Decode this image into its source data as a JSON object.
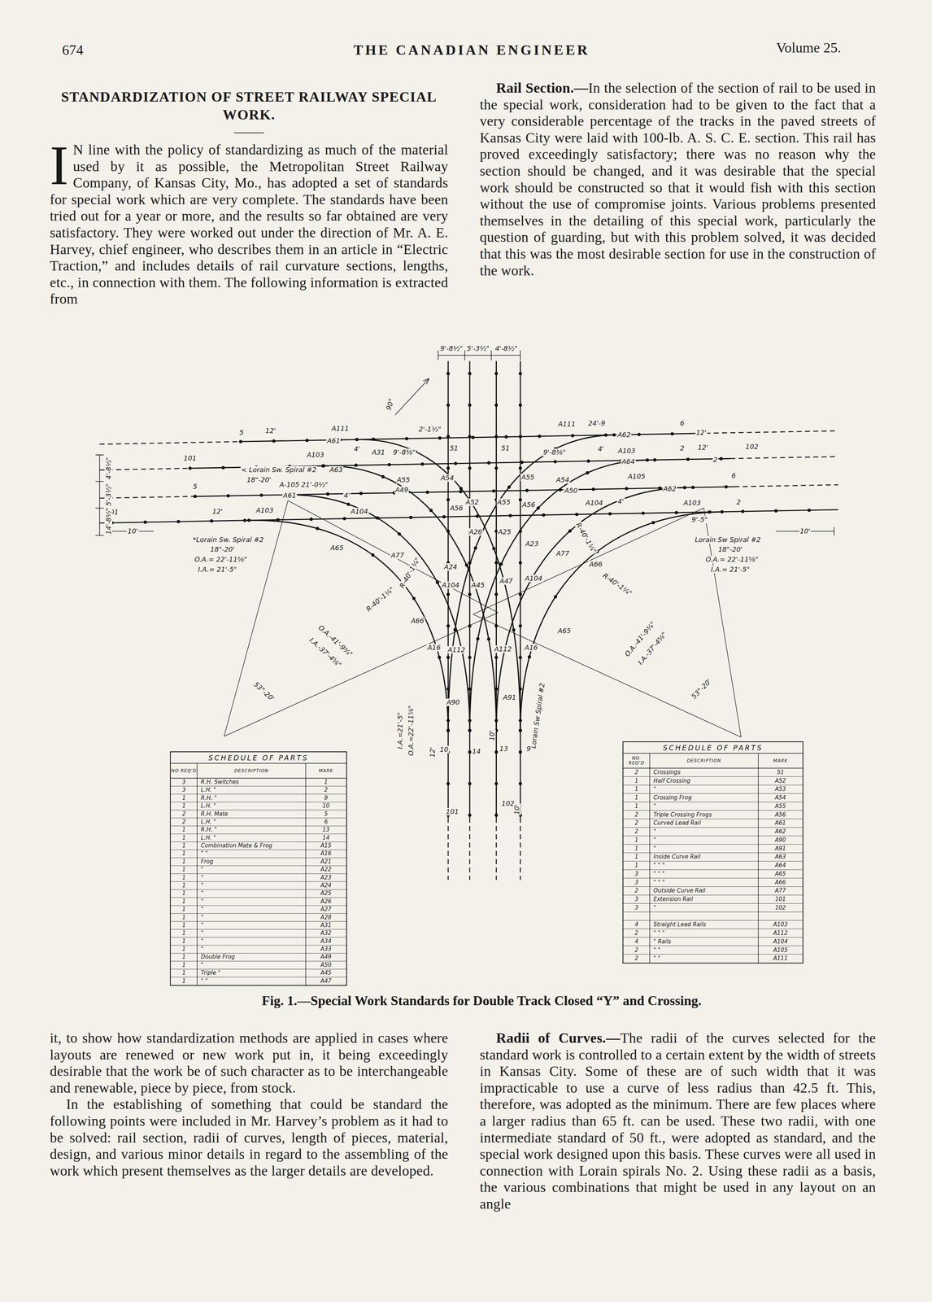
{
  "diagram": {
    "title": "STANDARDIZATION OF STREET RAILWAY SPECIAL WORK.",
    "caption": "Fig. 1.—Special Work Standards for Double Track Closed “Y” and Crossing.",
    "nodes": [
      {
        "text": [
          "SCHEDULE OF PARTS"
        ]
      },
      {
        "text": [
          "SCHEDULE OF PARTS"
        ]
      }
    ],
    "labels": [
      "674",
      "THE CANADIAN ENGINEER",
      "Volume 25.",
      "IN line with the policy of standardizing as much of the material used by it as possible, the Metropolitan Street Railway Company, of Kansas City, Mo., has adopted a set of standards for special work which are very complete. The standards have been tried out for a year or more, and the results so far obtained are very satisfactory. They were worked out under the direction of Mr. A. E. Harvey, chief engineer, who describes them in an article in “Electric Traction,” and includes details of rail curvature sections, lengths, etc., in connection with them. The following information is extracted from",
      "Rail Section.—",
      "In the selection of the section of rail to be used in the special work, consideration had to be given to the fact that a very considerable percentage of the tracks in the paved streets of Kansas City were laid with 100-lb. A. S. C. E. section. This rail has proved exceedingly satisfactory; there was no reason why the section should be changed, and it was desirable that the special work should be constructed so that it would fish with this section without the use of compromise joints. Various problems presented themselves in the detailing of this special work, particularly the question of guarding, but with this problem solved, it was decided that this was the most desirable section for use in the construction of the work.",
      "9'-8½\"",
      "5'-3½\"",
      "4'-8½\"",
      "90°",
      "5",
      "12'",
      "A111",
      "A61",
      "2'-1½\"",
      "51",
      "51",
      "A111",
      "24'-9",
      "A62",
      "6",
      "12'",
      "A103",
      "2",
      "12'",
      "102",
      "A64",
      "2",
      "A105",
      "6",
      "A62",
      "A103",
      "2",
      "101",
      "A103",
      "< Lorain Sw. Spiral #2",
      "18\"-20'",
      "A63",
      "A-105 21'-0½\"",
      "5",
      "A61",
      "A31",
      "9'-8⅜\"",
      "A55",
      "A49",
      "A54",
      "A56",
      "A52",
      "A55",
      "A56",
      "A55",
      "9'-8⅜\"",
      "A54",
      "A50",
      "A104",
      "101",
      "12'",
      "A103",
      "A104",
      "10'",
      "*Lorain Sw. Spiral #2",
      "18\"-20'",
      "O.A.= 22'-11⅝\"",
      "I.A.= 21'-5\"",
      "A65",
      "A77",
      "R-40'-1¼\"",
      "R-40'-1¼\"",
      "A26",
      "A25",
      "A23",
      "A77",
      "R-40'-1¼\"",
      "R-40'-1¼\"",
      "A24",
      "A104",
      "A45",
      "A47",
      "A104",
      "A66",
      "A66",
      "A65",
      "A16",
      "A112",
      "A112",
      "A16",
      "A90",
      "A91",
      "O.A.-41'-9¾\"",
      "I.A.-37'-4⅝\"",
      "O.A.-41'-9¾\"",
      "I.A.-37'-4⅝\"",
      "53°-20'",
      "53°-20'",
      "9'-5\"",
      "Lorain Sw Spiral #2",
      "18\"-20'",
      "O.A.= 22'-11⅝\"",
      "I.A.= 21'-5\"",
      "10'",
      "I.A.=21'-5\"",
      "O.A.=22'-11⅝\"",
      "Lorain Sw Spiral #2",
      "10",
      "14",
      "13",
      "9",
      "12'",
      "10'",
      "101",
      "102",
      "10'",
      "14'-8½\"",
      "5'-3½\"",
      "4'-8½\"",
      "4'",
      "4'",
      "4'",
      "4'",
      "NO REQ'D",
      "DESCRIPTION",
      "MARK",
      "3",
      "R.H. Switches",
      "1",
      "3",
      "L.H. \"",
      "2",
      "1",
      "R.H. \"",
      "9",
      "1",
      "L.H. \"",
      "10",
      "2",
      "R.H. Mate",
      "5",
      "2",
      "L.H. \"",
      "6",
      "1",
      "R.H. \"",
      "13",
      "1",
      "L.H. \"",
      "14",
      "1",
      "Combination Mate & Frog",
      "A15",
      "1",
      "\" \"",
      "A16",
      "1",
      "Frog",
      "A21",
      "1",
      "\"",
      "A22",
      "1",
      "\"",
      "A23",
      "1",
      "\"",
      "A24",
      "1",
      "\"",
      "A25",
      "1",
      "\"",
      "A26",
      "1",
      "\"",
      "A27",
      "1",
      "\"",
      "A28",
      "1",
      "\"",
      "A31",
      "1",
      "\"",
      "A32",
      "1",
      "\"",
      "A34",
      "1",
      "\"",
      "A33",
      "1",
      "Double Frog",
      "A49",
      "1",
      "\"",
      "A50",
      "1",
      "Triple \"",
      "A45",
      "1",
      "\" \"",
      "A47",
      "NO. REQ'D",
      "DESCRIPTION",
      "MARK",
      "2",
      "Crossings",
      "51",
      "1",
      "Half Crossing",
      "A52",
      "1",
      "\"",
      "A53",
      "1",
      "Crossing Frog",
      "A54",
      "1",
      "\"",
      "A55",
      "2",
      "Triple Crossing Frogs",
      "A56",
      "2",
      "Curved Lead Rail",
      "A61",
      "2",
      "\"",
      "A62",
      "1",
      "\"",
      "A90",
      "1",
      "\"",
      "A91",
      "1",
      "Inside Curve Rail",
      "A63",
      "1",
      "\" \" \"",
      "A64",
      "3",
      "\" \" \"",
      "A65",
      "3",
      "\" \" \"",
      "A66",
      "2",
      "Outside Curve Rail",
      "A77",
      "3",
      "Extension Rail",
      "101",
      "3",
      "\"",
      "102",
      "4",
      "Straight Lead Rails",
      "A103",
      "2",
      "\" \" \"",
      "A112",
      "4",
      "\" Rails",
      "A104",
      "2",
      "\" \"",
      "A105",
      "2",
      "\" \"",
      "A111",
      "it, to show how standardization methods are applied in cases where layouts are renewed or new work put in, it being exceedingly desirable that the work be of such character as to be interchangeable and renewable, piece by piece, from stock.",
      "In the establishing of something that could be standard the following points were included in Mr. Harvey’s problem as it had to be solved: rail section, radii of curves, length of pieces, material, design, and various minor details in regard to the assembling of the work which present themselves as the larger details are developed.",
      "Radii of Curves.—",
      "The radii of the curves selected for the standard work is controlled to a certain extent by the width of streets in Kansas City. Some of these are of such width that it was impracticable to use a curve of less radius than 42.5 ft. This, therefore, was adopted as the minimum. There are few places where a larger radius than 65 ft. can be used. These two radii, with one intermediate standard of 50 ft., were adopted as standard, and the special work designed upon this basis. These curves were all used in connection with Lorain spirals No. 2. Using these radii as a basis, the various combinations that might be used in any layout on an angle"
    ]
  }
}
